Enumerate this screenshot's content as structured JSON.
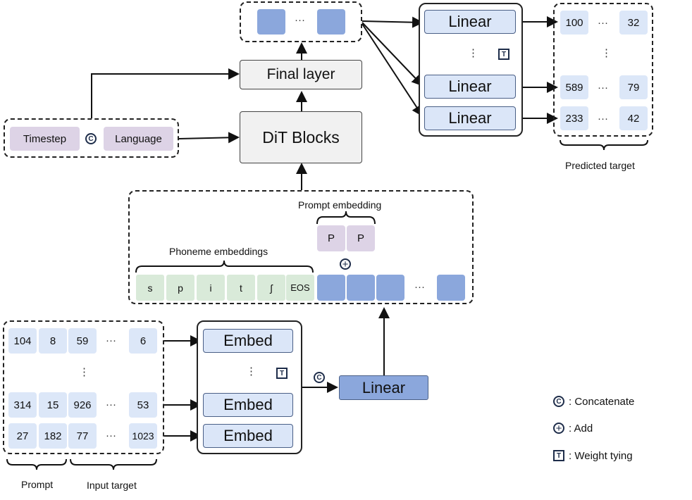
{
  "final_layer": "Final layer",
  "dit_blocks": "DiT Blocks",
  "timestep": "Timestep",
  "language": "Language",
  "linear_top": [
    "Linear",
    "Linear",
    "Linear"
  ],
  "linear_main": "Linear",
  "embed": [
    "Embed",
    "Embed",
    "Embed"
  ],
  "predicted": {
    "rows": [
      [
        "100",
        "32"
      ],
      [
        "589",
        "79"
      ],
      [
        "233",
        "42"
      ]
    ],
    "label": "Predicted target"
  },
  "input_rows": [
    [
      "104",
      "8",
      "59",
      "6"
    ],
    [
      "314",
      "15",
      "926",
      "53"
    ],
    [
      "27",
      "182",
      "77",
      "1023"
    ]
  ],
  "prompt_label": "Prompt",
  "input_target_label": "Input target",
  "phoneme_label": "Phoneme embeddings",
  "phonemes": [
    "s",
    "p",
    "i",
    "t",
    "ʃ",
    "EOS"
  ],
  "prompt_embedding_label": "Prompt embedding",
  "prompt_tokens": [
    "P",
    "P"
  ],
  "ellipsis": "···",
  "vdots": "⋮",
  "symbols": {
    "concat": "C",
    "add": "+",
    "tie": "T"
  },
  "legend": [
    {
      "symbol": "C",
      "text": ": Concatenate"
    },
    {
      "symbol": "+",
      "text": ": Add"
    },
    {
      "symbol": "T",
      "text": ": Weight tying"
    }
  ],
  "colors": {
    "token_blue": "#dce7f8",
    "dark_blue": "#8ba7dc",
    "phoneme_green": "#d9ead9",
    "cond_purple": "#ddd3e6",
    "linear_fill": "#dbe6f8"
  }
}
